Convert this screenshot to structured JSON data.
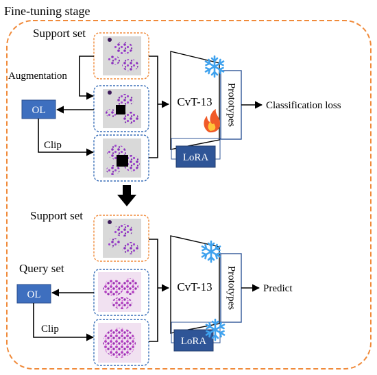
{
  "title": "Fine-tuning stage",
  "stage1": {
    "support_set_label": "Support set",
    "augmentation_label": "Augmentation",
    "ol_label": "OL",
    "clip_label": "Clip",
    "model_label": "CvT-13",
    "prototypes_label": "Prototypes",
    "lora_label": "LoRA",
    "output_label": "Classification loss"
  },
  "stage2": {
    "support_set_label": "Support set",
    "query_set_label": "Query set",
    "ol_label": "OL",
    "clip_label": "Clip",
    "model_label": "CvT-13",
    "prototypes_label": "Prototypes",
    "lora_label": "LoRA",
    "output_label": "Predict"
  },
  "colors": {
    "outer_dashed_border": "#F08A3A",
    "support_frame": "#F08A3A",
    "query_frame": "#3A6FB8",
    "ol_box_fill": "#3E6FBF",
    "lora_box_fill": "#2F5597",
    "prototypes_border": "#2F5597",
    "snowflake": "#3FA2EE",
    "flame": "#F05A28",
    "slide_background": "#D9D9D9",
    "stain_light_purple": "#9B3FC4",
    "stain_magenta": "#C050C8"
  },
  "icons": {
    "frozen": "snowflake-icon",
    "trainable": "flame-icon",
    "transition": "down-arrow-icon"
  }
}
